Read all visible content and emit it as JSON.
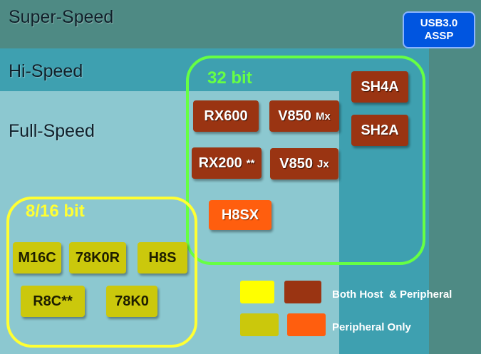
{
  "zones": {
    "super_speed": "Super-Speed",
    "hi_speed": "Hi-Speed",
    "full_speed": "Full-Speed"
  },
  "badge": {
    "line1": "USB3.0",
    "line2": "ASSP"
  },
  "groups": {
    "bit32": {
      "label": "32 bit",
      "chips": [
        {
          "label": "SH4A",
          "suffix": ""
        },
        {
          "label": "RX600",
          "suffix": ""
        },
        {
          "label": "V850",
          "suffix": "Mx"
        },
        {
          "label": "SH2A",
          "suffix": ""
        },
        {
          "label": "RX200",
          "suffix": "**"
        },
        {
          "label": "V850",
          "suffix": "Jx"
        },
        {
          "label": "H8SX",
          "suffix": ""
        }
      ]
    },
    "bit816": {
      "label": "8/16 bit",
      "chips": [
        {
          "label": "M16C"
        },
        {
          "label": "78K0R"
        },
        {
          "label": "H8S"
        },
        {
          "label": "R8C**"
        },
        {
          "label": "78K0"
        }
      ]
    }
  },
  "legend": {
    "both": "Both Host  & Peripheral",
    "peripheral": "Peripheral Only"
  },
  "colors": {
    "super_speed_bg": "#4e8a84",
    "hi_speed_bg": "#3ea0b0",
    "full_speed_bg": "#8cc8d0",
    "group32_border": "#66ff44",
    "group816_border": "#ffff33",
    "chip_both_32": "#9a3412",
    "chip_periph_32": "#ff5e0e",
    "chip_816": "#cbc80c",
    "legend_yellow": "#ffff00"
  }
}
